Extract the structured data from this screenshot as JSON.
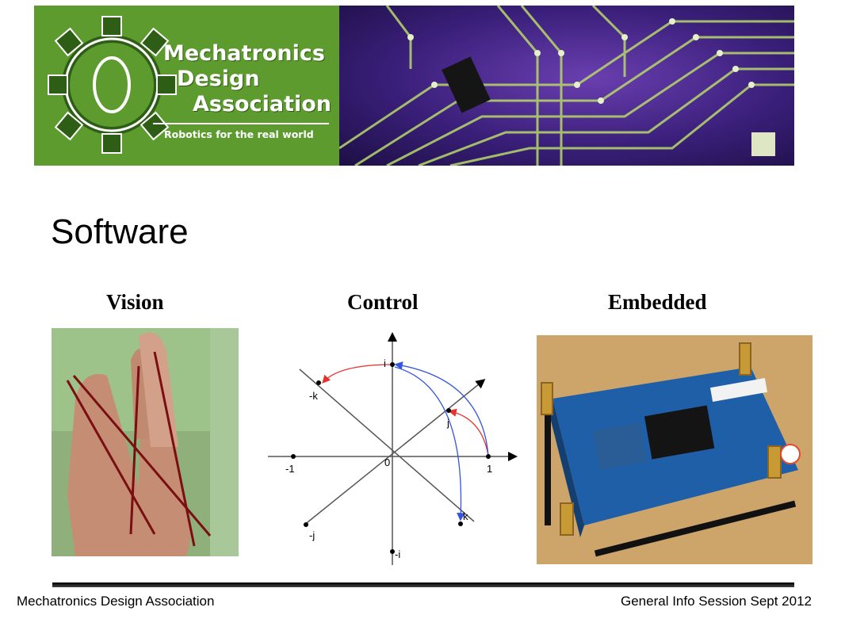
{
  "header": {
    "org_line1": "Mechatronics",
    "org_line2": "Design",
    "org_line3": "Association",
    "tagline": "Robotics for the real world",
    "logo_icon": "gear-logo-icon",
    "brand_green": "#5d9b2e",
    "board_purple": "#3a1f7a"
  },
  "slide": {
    "title": "Software",
    "columns": [
      {
        "label": "Vision"
      },
      {
        "label": "Control"
      },
      {
        "label": "Embedded"
      }
    ]
  },
  "diagram": {
    "labels": {
      "i": "i",
      "neg_k": "-k",
      "j": "j",
      "zero": "0",
      "neg_one": "-1",
      "one": "1",
      "neg_j": "-j",
      "k": "k",
      "neg_i": "-i"
    },
    "arc_colors": {
      "red": "#e8322d",
      "blue": "#3554e0"
    }
  },
  "footer": {
    "left": "Mechatronics Design Association",
    "right": "General Info Session Sept 2012"
  }
}
